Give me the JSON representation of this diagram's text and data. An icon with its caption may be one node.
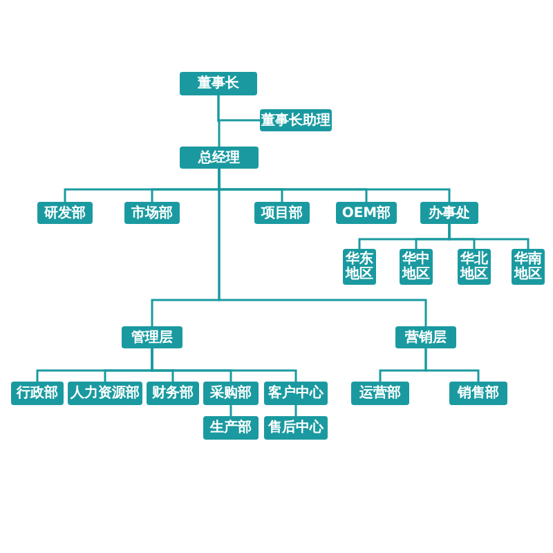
{
  "diagram": {
    "nodes": [
      {
        "text": [
          "董事长"
        ]
      },
      {
        "text": [
          "董事长助理"
        ]
      },
      {
        "text": [
          "总经理"
        ]
      },
      {
        "text": [
          "研发部"
        ]
      },
      {
        "text": [
          "市场部"
        ]
      },
      {
        "text": [
          "项目部"
        ]
      },
      {
        "text": [
          "OEM部"
        ]
      },
      {
        "text": [
          "办事处"
        ]
      },
      {
        "text": [
          "华东地区"
        ]
      },
      {
        "text": [
          "华中地区"
        ]
      },
      {
        "text": [
          "华北地区"
        ]
      },
      {
        "text": [
          "华南地区"
        ]
      },
      {
        "text": [
          "管理层"
        ]
      },
      {
        "text": [
          "营销层"
        ]
      },
      {
        "text": [
          "行政部"
        ]
      },
      {
        "text": [
          "人力资源部"
        ]
      },
      {
        "text": [
          "财务部"
        ]
      },
      {
        "text": [
          "采购部"
        ]
      },
      {
        "text": [
          "客户中心"
        ]
      },
      {
        "text": [
          "运营部"
        ]
      },
      {
        "text": [
          "销售部"
        ]
      },
      {
        "text": [
          "生产部"
        ]
      },
      {
        "text": [
          "售后中心"
        ]
      }
    ],
    "edges": [
      {
        "from": 0,
        "to": 1,
        "arrow": "none"
      },
      {
        "from": 0,
        "to": 2,
        "arrow": "none"
      },
      {
        "from": 2,
        "to": 3,
        "arrow": "none"
      },
      {
        "from": 2,
        "to": 4,
        "arrow": "none"
      },
      {
        "from": 2,
        "to": 5,
        "arrow": "none"
      },
      {
        "from": 2,
        "to": 6,
        "arrow": "none"
      },
      {
        "from": 2,
        "to": 7,
        "arrow": "none"
      },
      {
        "from": 7,
        "to": 8,
        "arrow": "none"
      },
      {
        "from": 7,
        "to": 9,
        "arrow": "none"
      },
      {
        "from": 7,
        "to": 10,
        "arrow": "none"
      },
      {
        "from": 7,
        "to": 11,
        "arrow": "none"
      },
      {
        "from": 2,
        "to": 12,
        "arrow": "none"
      },
      {
        "from": 2,
        "to": 13,
        "arrow": "none"
      },
      {
        "from": 12,
        "to": 14,
        "arrow": "none"
      },
      {
        "from": 12,
        "to": 15,
        "arrow": "none"
      },
      {
        "from": 12,
        "to": 16,
        "arrow": "none"
      },
      {
        "from": 12,
        "to": 17,
        "arrow": "none"
      },
      {
        "from": 12,
        "to": 18,
        "arrow": "none"
      },
      {
        "from": 13,
        "to": 19,
        "arrow": "none"
      },
      {
        "from": 13,
        "to": 20,
        "arrow": "none"
      },
      {
        "from": 17,
        "to": 21,
        "arrow": "none"
      },
      {
        "from": 18,
        "to": 22,
        "arrow": "none"
      }
    ]
  }
}
